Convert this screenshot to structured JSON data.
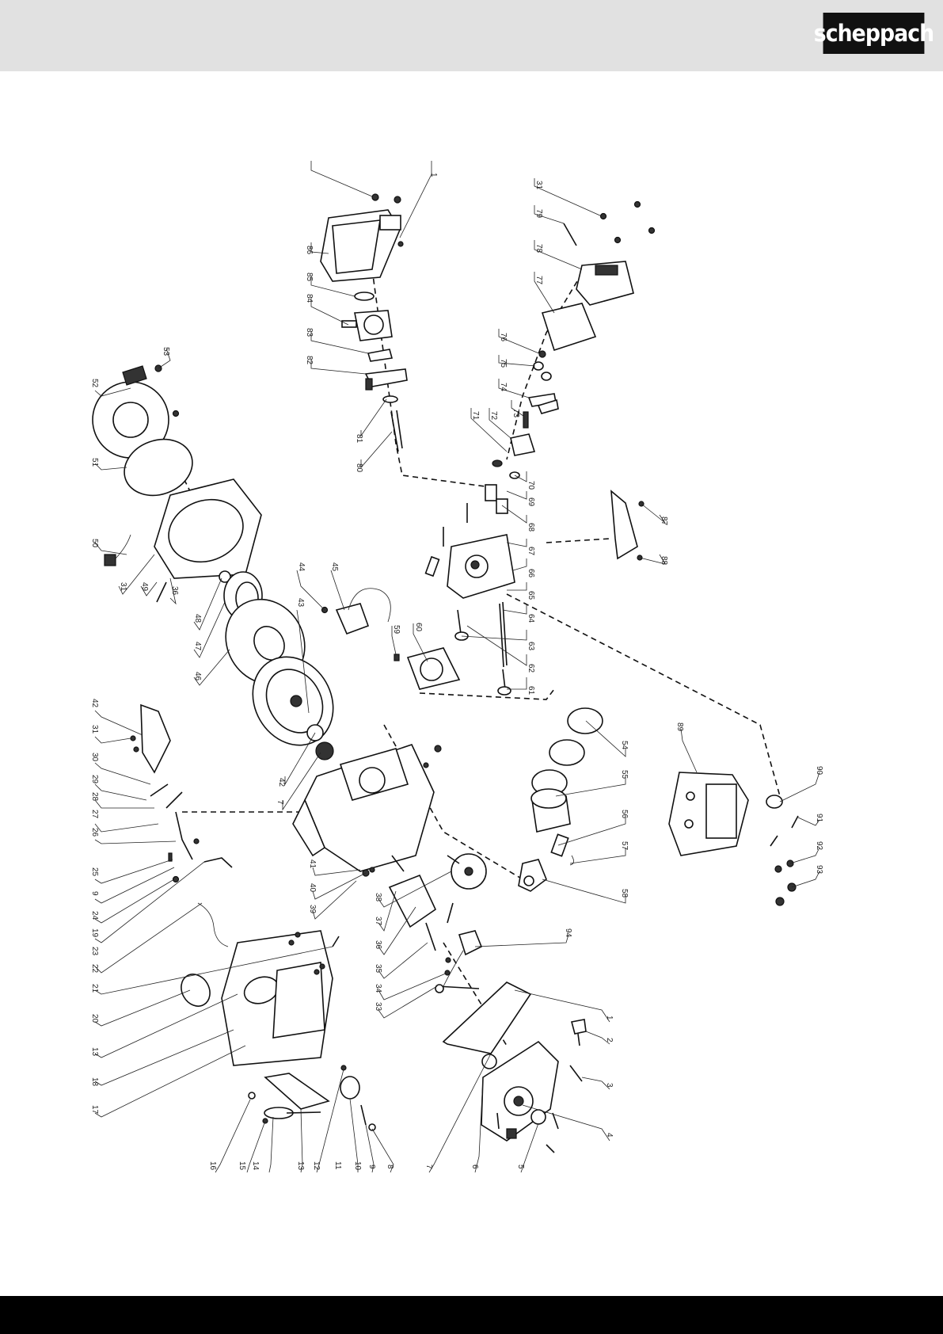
{
  "brand": {
    "logo_text": "scheppach",
    "header_color": "#e1e1e1",
    "footer_color": "#000000"
  },
  "diagram": {
    "labels": [
      {
        "id": "l1",
        "text": "1"
      },
      {
        "id": "l86",
        "text": "86"
      },
      {
        "id": "l85",
        "text": "85"
      },
      {
        "id": "l84",
        "text": "84"
      },
      {
        "id": "l83",
        "text": "83"
      },
      {
        "id": "l82",
        "text": "82"
      },
      {
        "id": "l81",
        "text": "81"
      },
      {
        "id": "l80",
        "text": "80"
      },
      {
        "id": "l31a",
        "text": "31"
      },
      {
        "id": "l79",
        "text": "79"
      },
      {
        "id": "l78",
        "text": "78"
      },
      {
        "id": "l77",
        "text": "77"
      },
      {
        "id": "l76",
        "text": "76"
      },
      {
        "id": "l75",
        "text": "75"
      },
      {
        "id": "l74",
        "text": "74"
      },
      {
        "id": "l73",
        "text": "73"
      },
      {
        "id": "l72",
        "text": "72"
      },
      {
        "id": "l71",
        "text": "71"
      },
      {
        "id": "l70",
        "text": "70"
      },
      {
        "id": "l69",
        "text": "69"
      },
      {
        "id": "l68",
        "text": "68"
      },
      {
        "id": "l67",
        "text": "67"
      },
      {
        "id": "l66",
        "text": "66"
      },
      {
        "id": "l65",
        "text": "65"
      },
      {
        "id": "l64",
        "text": "64"
      },
      {
        "id": "l63",
        "text": "63"
      },
      {
        "id": "l62",
        "text": "62"
      },
      {
        "id": "l61",
        "text": "61"
      },
      {
        "id": "l60",
        "text": "60"
      },
      {
        "id": "l59",
        "text": "59"
      },
      {
        "id": "l87",
        "text": "87"
      },
      {
        "id": "l88",
        "text": "88"
      },
      {
        "id": "l52",
        "text": "52"
      },
      {
        "id": "l53",
        "text": "53"
      },
      {
        "id": "l51",
        "text": "51"
      },
      {
        "id": "l50",
        "text": "50"
      },
      {
        "id": "l31b",
        "text": "31"
      },
      {
        "id": "l49",
        "text": "49"
      },
      {
        "id": "l36a",
        "text": "36"
      },
      {
        "id": "l48",
        "text": "48"
      },
      {
        "id": "l47",
        "text": "47"
      },
      {
        "id": "l46",
        "text": "46"
      },
      {
        "id": "l44",
        "text": "44"
      },
      {
        "id": "l45",
        "text": "45"
      },
      {
        "id": "l43",
        "text": "43"
      },
      {
        "id": "l42a",
        "text": "42"
      },
      {
        "id": "l31c",
        "text": "31"
      },
      {
        "id": "l30",
        "text": "30"
      },
      {
        "id": "l29",
        "text": "29"
      },
      {
        "id": "l28",
        "text": "28"
      },
      {
        "id": "l27",
        "text": "27"
      },
      {
        "id": "l26",
        "text": "26"
      },
      {
        "id": "l25",
        "text": "25"
      },
      {
        "id": "l9a",
        "text": "9"
      },
      {
        "id": "l24",
        "text": "24"
      },
      {
        "id": "l19",
        "text": "19"
      },
      {
        "id": "l23",
        "text": "23"
      },
      {
        "id": "l22",
        "text": "22"
      },
      {
        "id": "l21",
        "text": "21"
      },
      {
        "id": "l20",
        "text": "20"
      },
      {
        "id": "l13a",
        "text": "13"
      },
      {
        "id": "l18",
        "text": "18"
      },
      {
        "id": "l17",
        "text": "17"
      },
      {
        "id": "l42b",
        "text": "42"
      },
      {
        "id": "l7a",
        "text": "7"
      },
      {
        "id": "l41",
        "text": "41"
      },
      {
        "id": "l40",
        "text": "40"
      },
      {
        "id": "l39",
        "text": "39"
      },
      {
        "id": "l38",
        "text": "38"
      },
      {
        "id": "l37",
        "text": "37"
      },
      {
        "id": "l36b",
        "text": "36"
      },
      {
        "id": "l35",
        "text": "35"
      },
      {
        "id": "l34",
        "text": "34"
      },
      {
        "id": "l33",
        "text": "33"
      },
      {
        "id": "l94",
        "text": "94"
      },
      {
        "id": "l54",
        "text": "54"
      },
      {
        "id": "l55",
        "text": "55"
      },
      {
        "id": "l56",
        "text": "56"
      },
      {
        "id": "l57",
        "text": "57"
      },
      {
        "id": "l58",
        "text": "58"
      },
      {
        "id": "l89",
        "text": "89"
      },
      {
        "id": "l90",
        "text": "90"
      },
      {
        "id": "l91",
        "text": "91"
      },
      {
        "id": "l92",
        "text": "92"
      },
      {
        "id": "l93",
        "text": "93"
      },
      {
        "id": "l1b",
        "text": "1"
      },
      {
        "id": "l2",
        "text": "2"
      },
      {
        "id": "l3",
        "text": "3"
      },
      {
        "id": "l4",
        "text": "4"
      },
      {
        "id": "l5",
        "text": "5"
      },
      {
        "id": "l6",
        "text": "6"
      },
      {
        "id": "l7b",
        "text": "7"
      },
      {
        "id": "l8",
        "text": "8"
      },
      {
        "id": "l9b",
        "text": "9"
      },
      {
        "id": "l10",
        "text": "10"
      },
      {
        "id": "l11",
        "text": "11"
      },
      {
        "id": "l12",
        "text": "12"
      },
      {
        "id": "l13b",
        "text": "13"
      },
      {
        "id": "l14",
        "text": "14"
      },
      {
        "id": "l15",
        "text": "15"
      },
      {
        "id": "l16",
        "text": "16"
      }
    ]
  }
}
